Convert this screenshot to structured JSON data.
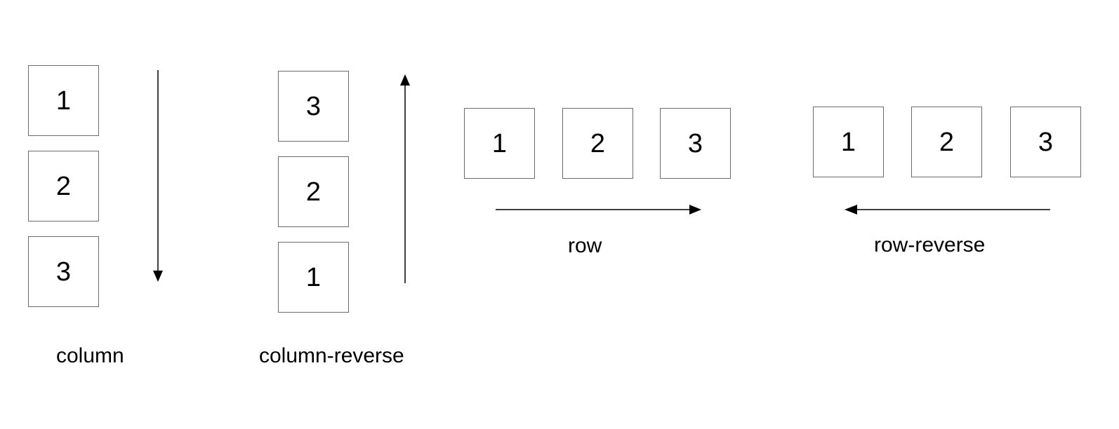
{
  "column": {
    "items": [
      "1",
      "2",
      "3"
    ],
    "label": "column"
  },
  "column_reverse": {
    "items": [
      "3",
      "2",
      "1"
    ],
    "label": "column-reverse"
  },
  "row": {
    "items": [
      "1",
      "2",
      "3"
    ],
    "label": "row"
  },
  "row_reverse": {
    "items": [
      "1",
      "2",
      "3"
    ],
    "label": "row-reverse"
  },
  "colors": {
    "box_border": "#6b6b6b",
    "arrow": "#000000",
    "text": "#000000",
    "background": "#ffffff"
  }
}
